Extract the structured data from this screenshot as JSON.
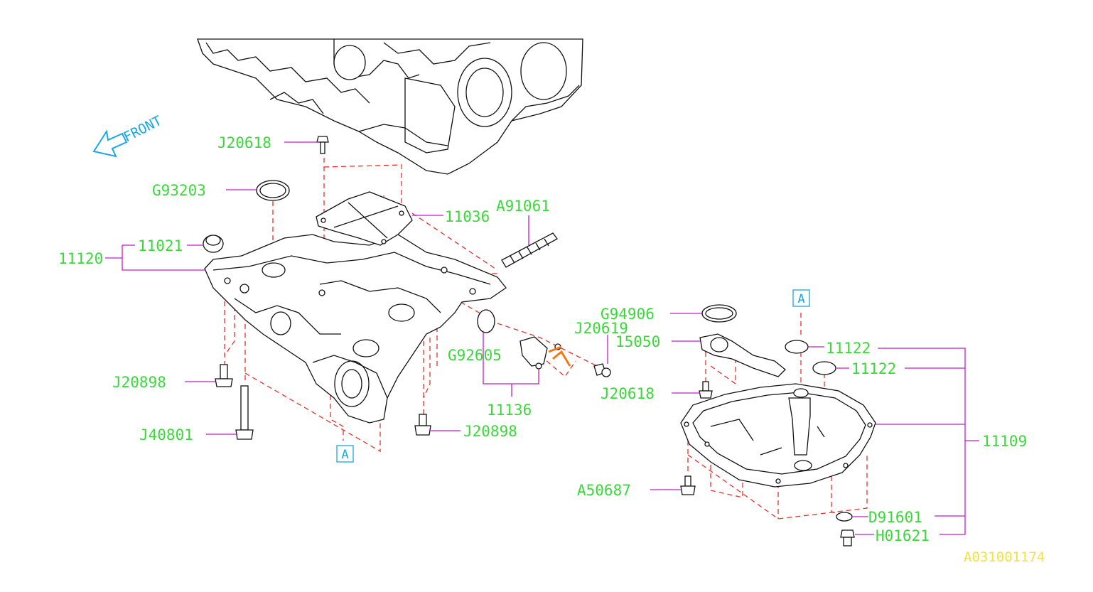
{
  "diagram": {
    "front_label": "FRONT",
    "catalog_code": "A031001174",
    "ref_marks": {
      "a_left": "A",
      "a_right": "A"
    },
    "parts": {
      "j20618_top": "J20618",
      "g93203": "G93203",
      "n11036": "11036",
      "a91061": "A91061",
      "n11021": "11021",
      "n11120": "11120",
      "g94906": "G94906",
      "j20619": "J20619",
      "n15050": "15050",
      "g92605": "G92605",
      "n11136": "11136",
      "n11122_a": "11122",
      "n11122_b": "11122",
      "j20898_left": "J20898",
      "j20618_right": "J20618",
      "n11109": "11109",
      "j40801": "J40801",
      "j20898_right": "J20898",
      "a50687": "A50687",
      "d91601": "D91601",
      "h01621": "H01621"
    }
  },
  "colors": {
    "label": "#3ad93a",
    "leader": "#c21dc7",
    "dashed_guides": "#e6322b",
    "reference_marks": "#1aa7e6",
    "catalog_code": "#f2e33a",
    "harness": "#f07a1a"
  }
}
